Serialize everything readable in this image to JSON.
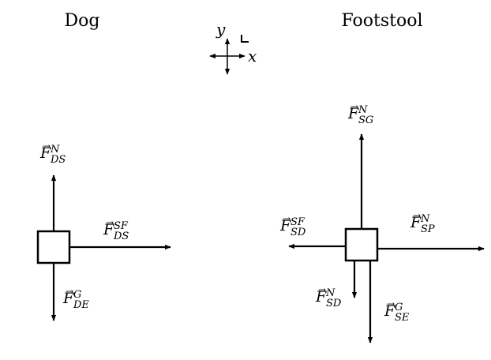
{
  "titles": {
    "dog": "Dog",
    "footstool": "Footstool"
  },
  "axes": {
    "x": "x",
    "y": "y"
  },
  "forces": {
    "dog": {
      "up": {
        "symbol": "F",
        "sup": "N",
        "sub": "DS"
      },
      "right": {
        "symbol": "F",
        "sup": "SF",
        "sub": "DS"
      },
      "down": {
        "symbol": "F",
        "sup": "G",
        "sub": "DE"
      }
    },
    "footstool": {
      "up": {
        "symbol": "F",
        "sup": "N",
        "sub": "SG"
      },
      "left": {
        "symbol": "F",
        "sup": "SF",
        "sub": "SD"
      },
      "right": {
        "symbol": "F",
        "sup": "N",
        "sub": "SP"
      },
      "down_short": {
        "symbol": "F",
        "sup": "N",
        "sub": "SD"
      },
      "down_long": {
        "symbol": "F",
        "sup": "G",
        "sub": "SE"
      }
    }
  },
  "style": {
    "stroke_color": "#000000",
    "background": "#ffffff"
  }
}
